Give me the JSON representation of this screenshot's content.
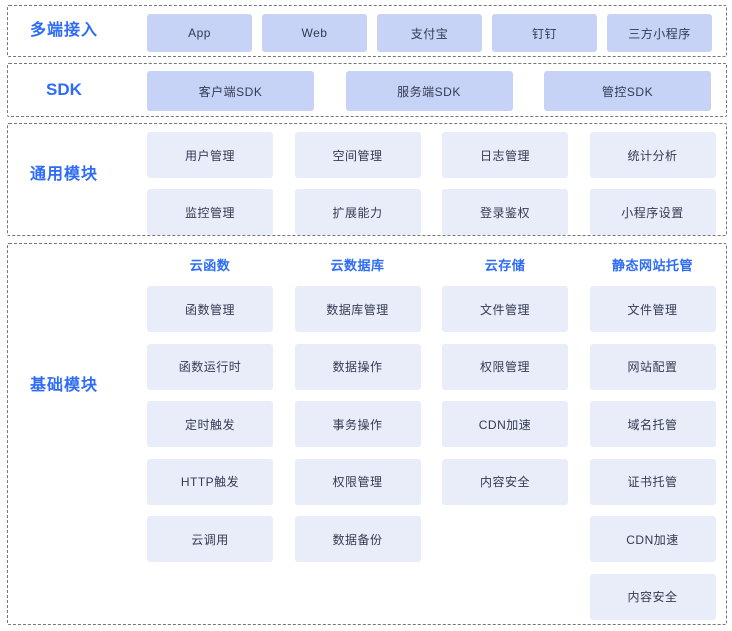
{
  "colors": {
    "accent_blue": "#2E6CF6",
    "chip_dark_bg": "#C7D3F6",
    "chip_light_bg": "#E9EDF9",
    "chip_text": "#333A52",
    "dashed_border": "#767676"
  },
  "sections": {
    "multi_access": {
      "title": "多端接入",
      "items": [
        "App",
        "Web",
        "支付宝",
        "钉钉",
        "三方小程序"
      ]
    },
    "sdk": {
      "title": "SDK",
      "items": [
        "客户端SDK",
        "服务端SDK",
        "管控SDK"
      ]
    },
    "common": {
      "title": "通用模块",
      "items": [
        "用户管理",
        "空间管理",
        "日志管理",
        "统计分析",
        "监控管理",
        "扩展能力",
        "登录鉴权",
        "小程序设置"
      ]
    },
    "base": {
      "title": "基础模块",
      "columns": [
        {
          "header": "云函数",
          "items": [
            "函数管理",
            "函数运行时",
            "定时触发",
            "HTTP触发",
            "云调用"
          ]
        },
        {
          "header": "云数据库",
          "items": [
            "数据库管理",
            "数据操作",
            "事务操作",
            "权限管理",
            "数据备份"
          ]
        },
        {
          "header": "云存储",
          "items": [
            "文件管理",
            "权限管理",
            "CDN加速",
            "内容安全"
          ]
        },
        {
          "header": "静态网站托管",
          "items": [
            "文件管理",
            "网站配置",
            "域名托管",
            "证书托管",
            "CDN加速",
            "内容安全"
          ]
        }
      ]
    }
  }
}
